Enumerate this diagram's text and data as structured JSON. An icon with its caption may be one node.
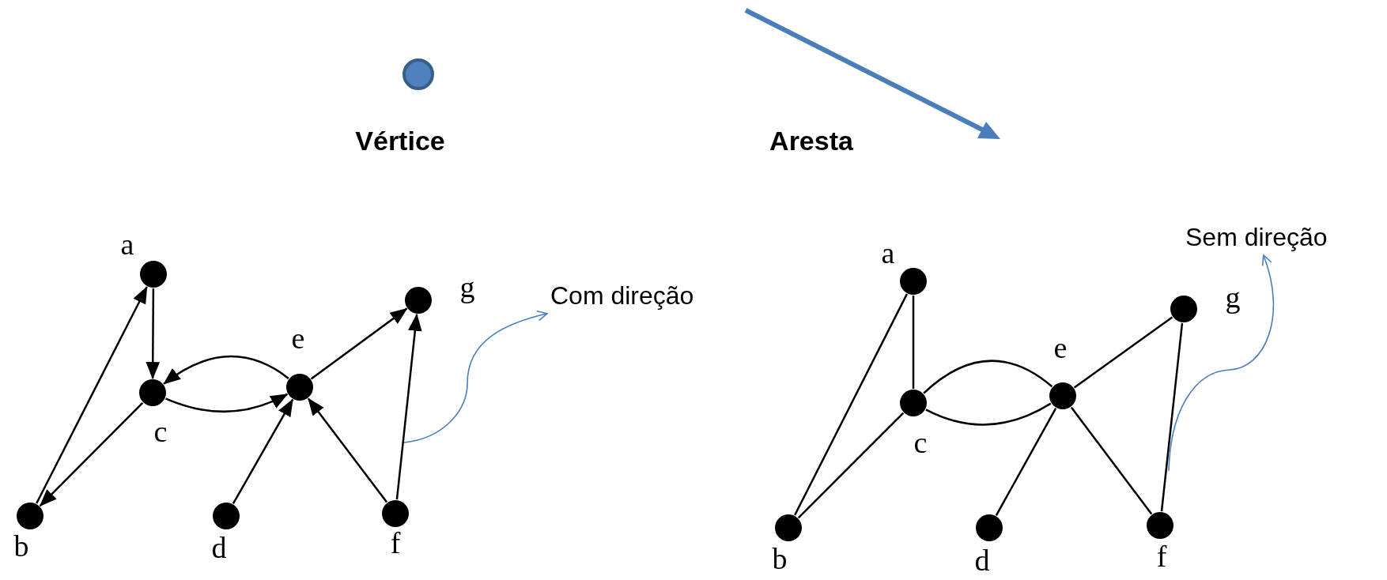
{
  "diagram": {
    "nodes": [
      {
        "text": [],
        "shape": "circle",
        "beside": [
          "Vértice"
        ]
      },
      {
        "text": [],
        "shape": "circle",
        "beside": [
          "a"
        ]
      },
      {
        "text": [],
        "shape": "circle",
        "beside": [
          "b"
        ]
      },
      {
        "text": [],
        "shape": "circle",
        "beside": [
          "c"
        ]
      },
      {
        "text": [],
        "shape": "circle",
        "beside": [
          "d"
        ]
      },
      {
        "text": [],
        "shape": "circle",
        "beside": [
          "e"
        ]
      },
      {
        "text": [],
        "shape": "circle",
        "beside": [
          "f"
        ]
      },
      {
        "text": [],
        "shape": "circle",
        "beside": [
          "g"
        ]
      },
      {
        "text": [
          "Com direção"
        ]
      },
      {
        "text": [
          "Sem direção"
        ]
      },
      {
        "text": [],
        "shape": "circle",
        "beside": [
          "a"
        ]
      },
      {
        "text": [],
        "shape": "circle",
        "beside": [
          "b"
        ]
      },
      {
        "text": [],
        "shape": "circle",
        "beside": [
          "c"
        ]
      },
      {
        "text": [],
        "shape": "circle",
        "beside": [
          "d"
        ]
      },
      {
        "text": [],
        "shape": "circle",
        "beside": [
          "e"
        ]
      },
      {
        "text": [],
        "shape": "circle",
        "beside": [
          "f"
        ]
      },
      {
        "text": [],
        "shape": "circle",
        "beside": [
          "g"
        ]
      }
    ],
    "edges": [
      {
        "from": 1,
        "to": 3,
        "arrow": "to"
      },
      {
        "from": 2,
        "to": 1,
        "arrow": "to"
      },
      {
        "from": 3,
        "to": 2,
        "arrow": "to"
      },
      {
        "from": 5,
        "to": 3,
        "arrow": "to"
      },
      {
        "from": 3,
        "to": 5,
        "arrow": "to"
      },
      {
        "from": 4,
        "to": 5,
        "arrow": "to"
      },
      {
        "from": 6,
        "to": 5,
        "arrow": "to"
      },
      {
        "from": 5,
        "to": 7,
        "arrow": "to"
      },
      {
        "from": 6,
        "to": 7,
        "arrow": "to"
      },
      {
        "from": null,
        "to": 8,
        "arrow": "to",
        "color": "#4a7ebb"
      },
      {
        "from": 10,
        "to": 12,
        "arrow": "none"
      },
      {
        "from": 10,
        "to": 11,
        "arrow": "none"
      },
      {
        "from": 11,
        "to": 12,
        "arrow": "none"
      },
      {
        "from": 12,
        "to": 14,
        "arrow": "none"
      },
      {
        "from": 12,
        "to": 14,
        "arrow": "none"
      },
      {
        "from": 13,
        "to": 14,
        "arrow": "none"
      },
      {
        "from": 14,
        "to": 15,
        "arrow": "none"
      },
      {
        "from": 14,
        "to": 16,
        "arrow": "none"
      },
      {
        "from": 15,
        "to": 16,
        "arrow": "none"
      },
      {
        "from": null,
        "to": 9,
        "arrow": "to",
        "color": "#4a7ebb"
      }
    ],
    "labels": [
      "Aresta"
    ]
  }
}
